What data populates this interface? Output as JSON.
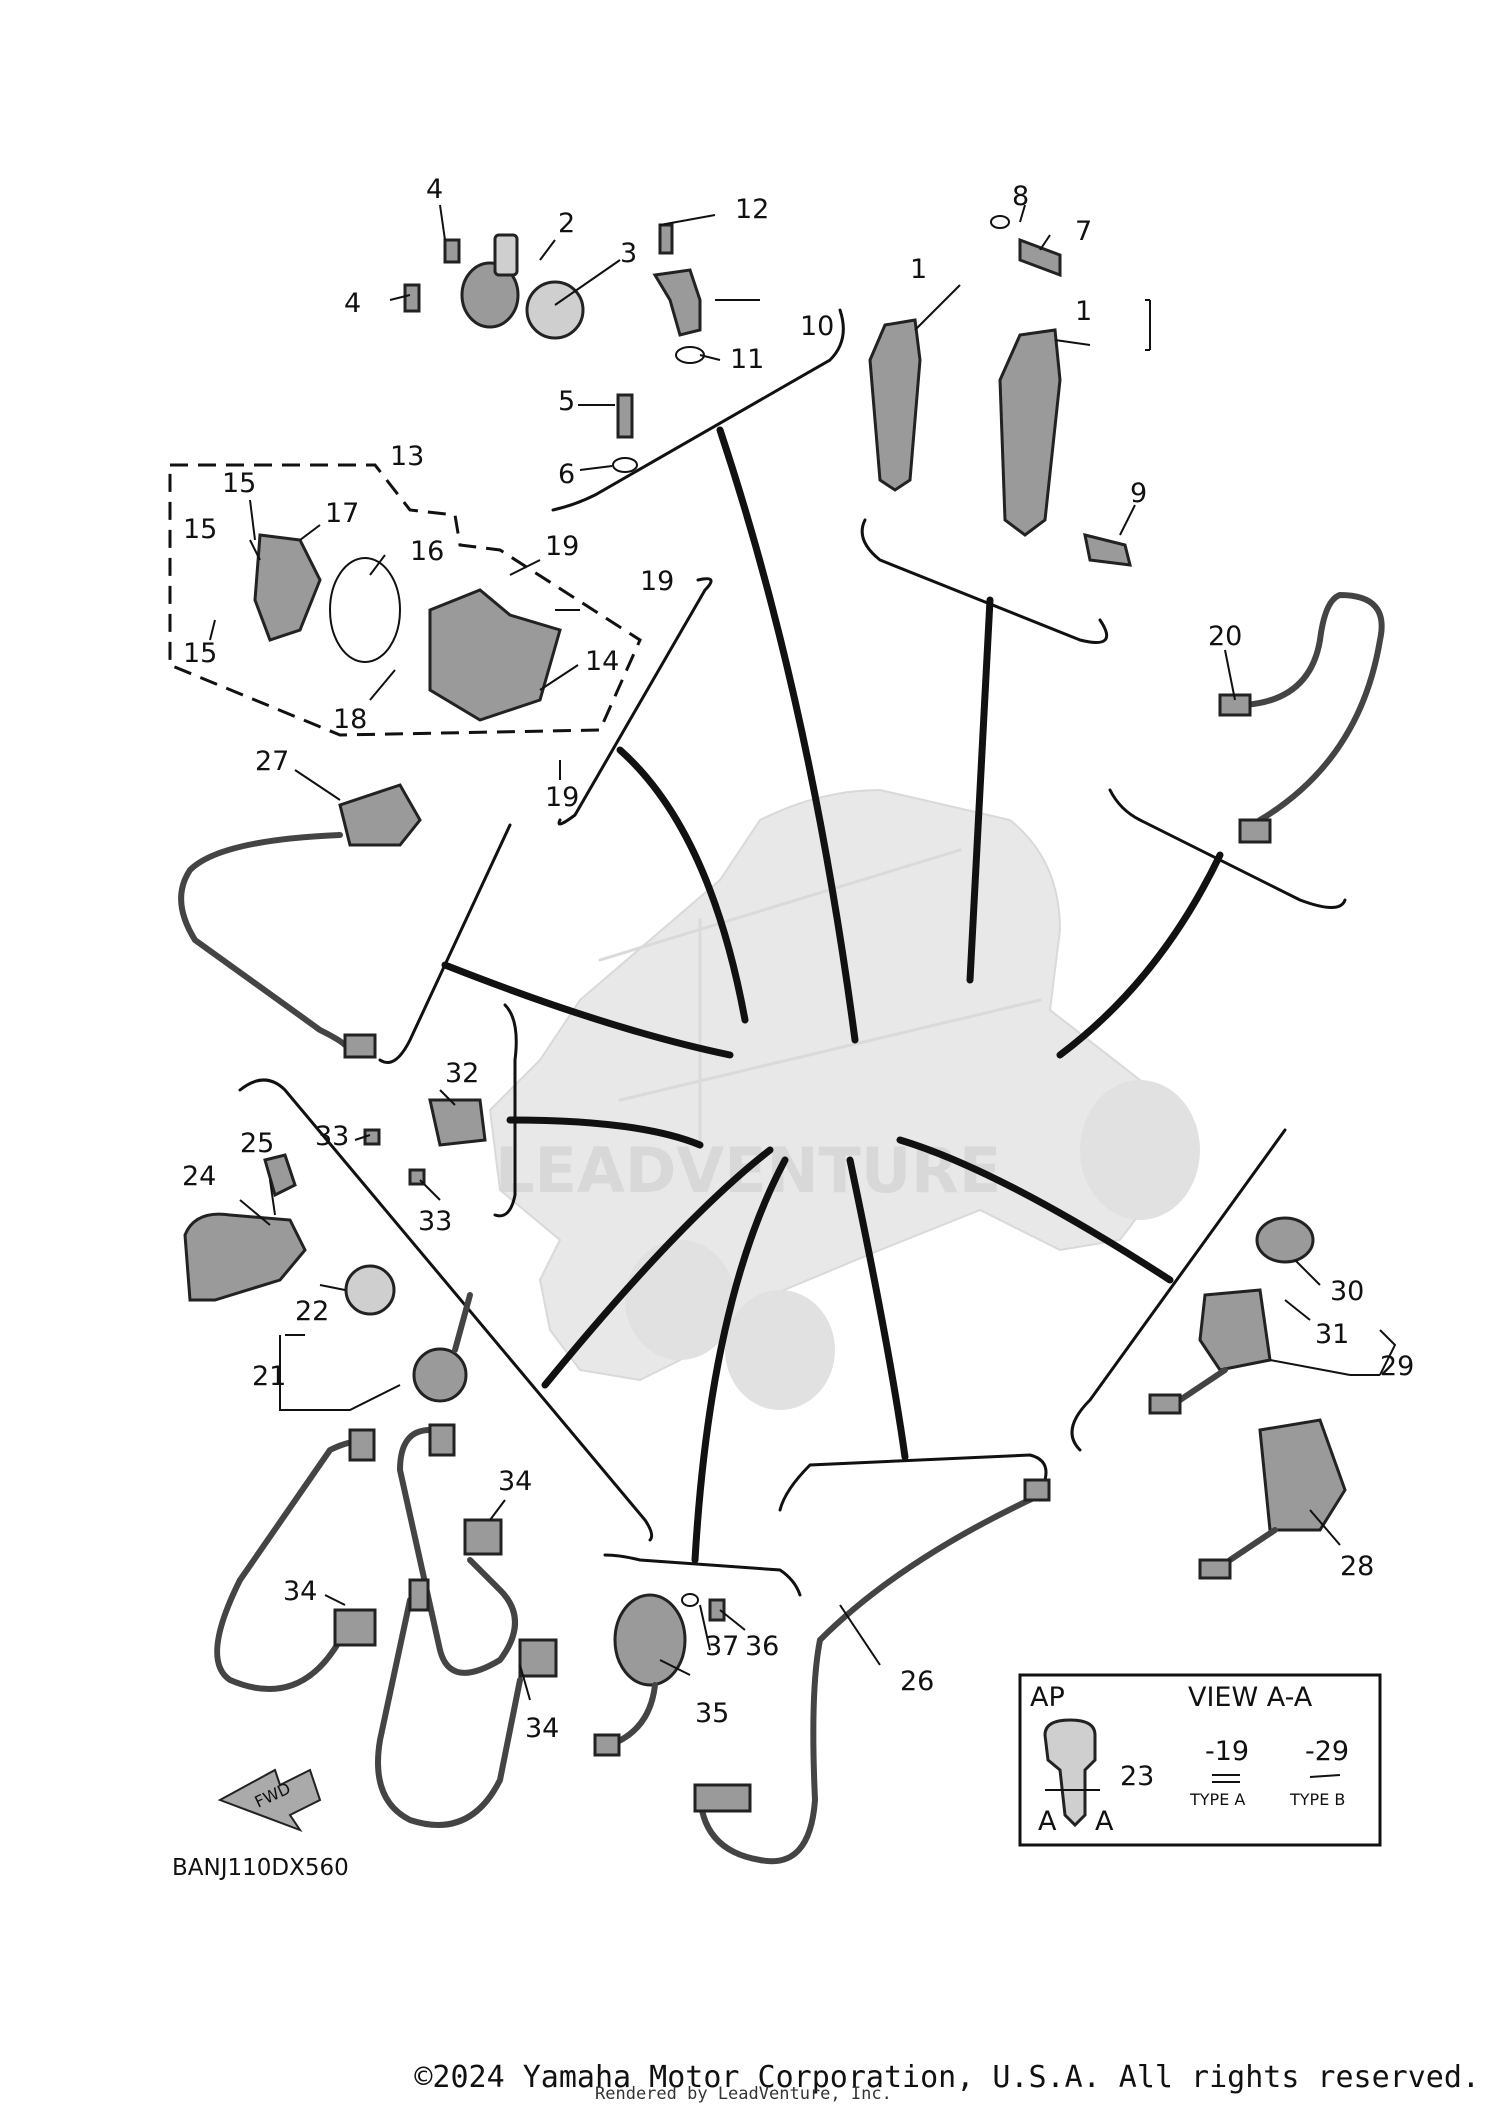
{
  "diagram": {
    "code": "BANJ110DX560",
    "watermark": "LEADVENTURE",
    "fwd_arrow": "FWD",
    "copyright": "©2024 Yamaha Motor Corporation, U.S.A. All rights reserved.",
    "rendered_by": "Rendered by LeadVenture, Inc.",
    "view_box": {
      "ap": "AP",
      "title": "VIEW A-A",
      "key_label": "23",
      "key_a_left": "A",
      "key_a_right": "A",
      "type_a_code": "-19",
      "type_a_label": "TYPE A",
      "type_b_code": "-29",
      "type_b_label": "TYPE B"
    },
    "callouts": {
      "c1a": "1",
      "c1b": "1",
      "c2": "2",
      "c3": "3",
      "c4a": "4",
      "c4b": "4",
      "c5": "5",
      "c6": "6",
      "c7": "7",
      "c8": "8",
      "c9": "9",
      "c10": "10",
      "c11": "11",
      "c12": "12",
      "c13": "13",
      "c14": "14",
      "c15a": "15",
      "c15b": "15",
      "c15c": "15",
      "c16": "16",
      "c17": "17",
      "c18": "18",
      "c19a": "19",
      "c19b": "19",
      "c19c": "19",
      "c20": "20",
      "c21": "21",
      "c22": "22",
      "c24": "24",
      "c25": "25",
      "c26": "26",
      "c27": "27",
      "c28": "28",
      "c29": "29",
      "c30": "30",
      "c31": "31",
      "c32": "32",
      "c33a": "33",
      "c33b": "33",
      "c34a": "34",
      "c34b": "34",
      "c34c": "34",
      "c35": "35",
      "c36": "36",
      "c37": "37"
    }
  }
}
